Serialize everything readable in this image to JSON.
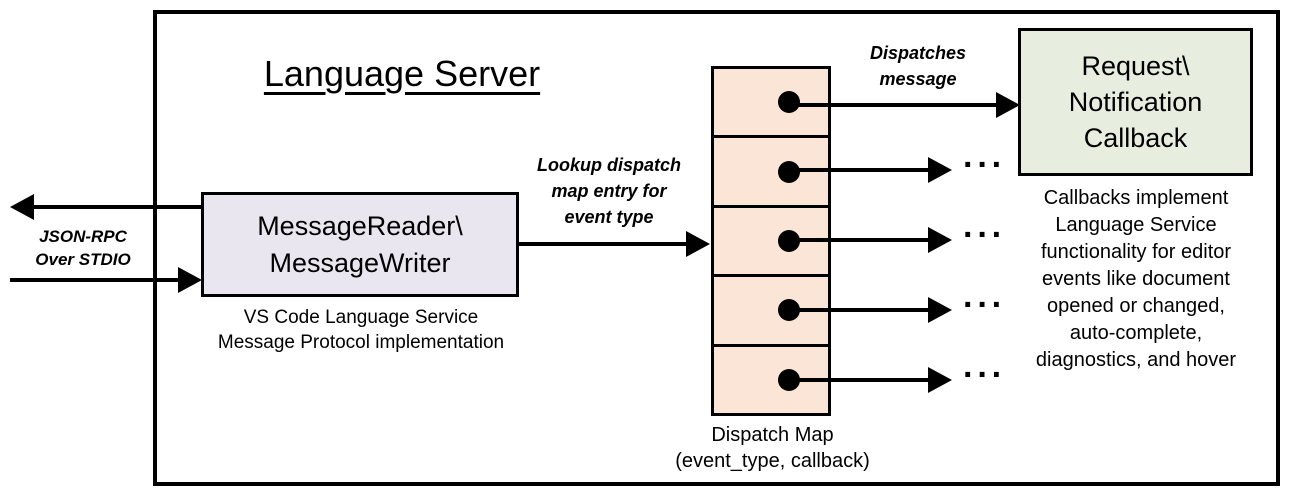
{
  "diagram": {
    "title": "Language Server",
    "frame_name": "language-server-boundary"
  },
  "external_io": {
    "label": "JSON-RPC\nOver STDIO",
    "inbound_arrow": "arrow-right-into-message-reader",
    "outbound_arrow": "arrow-left-out-of-message-writer"
  },
  "message_io": {
    "box_label": "MessageReader\\\nMessageWriter",
    "caption": "VS Code Language Service\nMessage Protocol implementation",
    "fill_color": "#EAE6F0"
  },
  "lookup_edge": {
    "label": "Lookup dispatch\nmap entry for\nevent type"
  },
  "dispatch_map": {
    "caption": "Dispatch Map\n(event_type, callback)",
    "fill_color": "#FBE5D6",
    "entries": [
      {
        "id": "entry-1",
        "target": "Request\\Notification Callback"
      },
      {
        "id": "entry-2",
        "target": "..."
      },
      {
        "id": "entry-3",
        "target": "..."
      },
      {
        "id": "entry-4",
        "target": "..."
      },
      {
        "id": "entry-5",
        "target": "..."
      }
    ]
  },
  "dispatch_edge": {
    "label": "Dispatches\nmessage"
  },
  "callback": {
    "box_label": "Request\\\nNotification\nCallback",
    "caption": "Callbacks implement\nLanguage Service\nfunctionality for editor\nevents like document\nopened or changed,\nauto-complete,\ndiagnostics, and hover",
    "fill_color": "#E8EEDF"
  },
  "ellipsis_markers": {
    "glyph": "···",
    "rows": [
      "row-2",
      "row-3",
      "row-4",
      "row-5"
    ]
  },
  "colors": {
    "stroke": "#000000",
    "background": "#FFFFFF"
  }
}
